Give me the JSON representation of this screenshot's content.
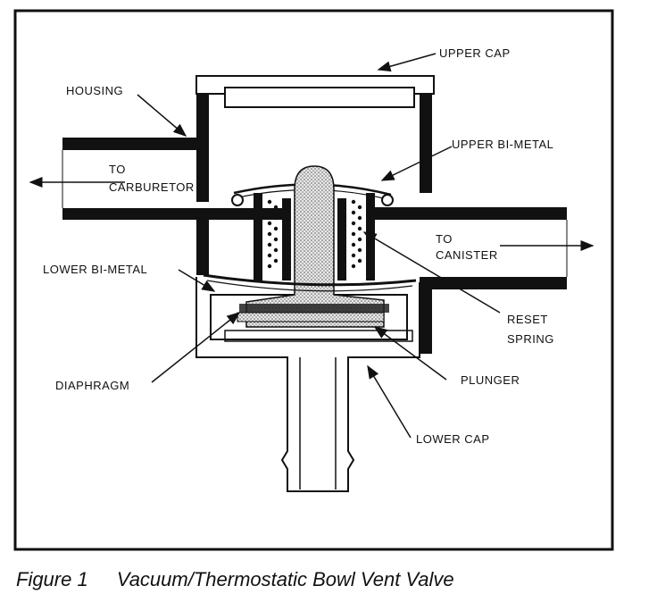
{
  "labels": {
    "upper_cap": "UPPER CAP",
    "housing": "HOUSING",
    "upper_bimetal": "UPPER BI-METAL",
    "to_carburetor_1": "TO",
    "to_carburetor_2": "CARBURETOR",
    "to_canister_1": "TO",
    "to_canister_2": "CANISTER",
    "lower_bimetal": "LOWER BI-METAL",
    "reset_spring_1": "RESET",
    "reset_spring_2": "SPRING",
    "diaphragm": "DIAPHRAGM",
    "plunger": "PLUNGER",
    "lower_cap": "LOWER CAP"
  },
  "caption": {
    "figure": "Figure 1",
    "title": "Vacuum/Thermostatic Bowl Vent Valve"
  }
}
